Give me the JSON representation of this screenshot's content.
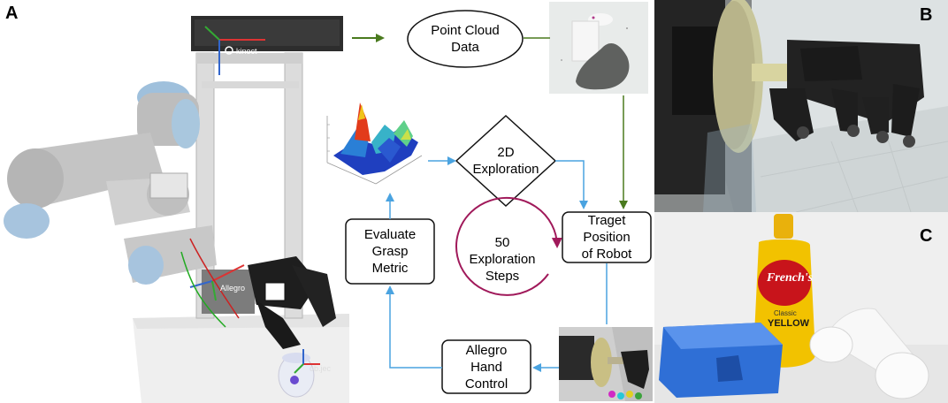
{
  "panels": {
    "a": "A",
    "b": "B",
    "c": "C"
  },
  "nodes": {
    "point_cloud": [
      "Point Cloud",
      "Data"
    ],
    "exploration_2d": [
      "2D",
      "Exploration"
    ],
    "target": [
      "Traget",
      "Position",
      "of Robot"
    ],
    "steps": [
      "50",
      "Exploration",
      "Steps"
    ],
    "evaluate": [
      "Evaluate",
      "Grasp",
      "Metric"
    ],
    "allegro_control": [
      "Allegro",
      "Hand",
      "Control"
    ]
  },
  "photo_labels": {
    "kinect": "kinect",
    "allegro": "Allegro",
    "object": "ob.jec"
  },
  "product": {
    "brand": "French's",
    "line1": "Classic",
    "line2": "YELLOW"
  },
  "colors": {
    "arrow_green": "#4a7a1e",
    "arrow_blue": "#4aa3e0",
    "loop_magenta": "#a0195a"
  }
}
